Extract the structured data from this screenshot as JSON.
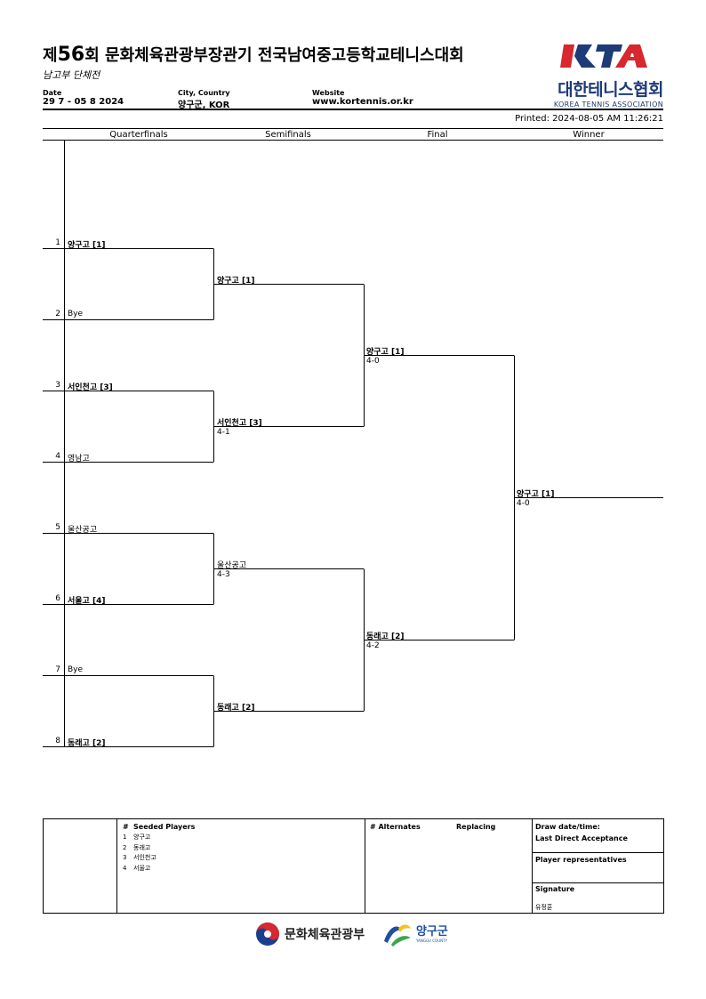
{
  "header": {
    "title_prefix": "제",
    "title_num": "56",
    "title_rest": "회 문화체육관광부장관기 전국남여중고등학교테니스대회",
    "subtitle": "남고부 단체전",
    "date_label": "Date",
    "date_value": "29 7 - 05 8 2024",
    "city_label": "City, Country",
    "city_value": "양구군, KOR",
    "website_label": "Website",
    "website_value": "www.kortennis.or.kr",
    "printed": "Printed: 2024-08-05 AM 11:26:21"
  },
  "logo": {
    "letters": "KTA",
    "korean": "대한테니스협회",
    "english": "KOREA TENNIS ASSOCIATION",
    "primary_color": "#1e3b78",
    "accent_color": "#d7272f"
  },
  "rounds": [
    "Quarterfinals",
    "Semifinals",
    "Final",
    "Winner"
  ],
  "draw": {
    "r1": [
      {
        "num": "1",
        "name": "양구고 [1]",
        "bold": true
      },
      {
        "num": "2",
        "name": "Bye",
        "bold": false
      },
      {
        "num": "3",
        "name": "서인천고 [3]",
        "bold": true
      },
      {
        "num": "4",
        "name": "영남고",
        "bold": false
      },
      {
        "num": "5",
        "name": "울산공고",
        "bold": false
      },
      {
        "num": "6",
        "name": "서울고 [4]",
        "bold": true
      },
      {
        "num": "7",
        "name": "Bye",
        "bold": false
      },
      {
        "num": "8",
        "name": "동래고 [2]",
        "bold": true
      }
    ],
    "r2": [
      {
        "name": "양구고 [1]",
        "score": "",
        "bold": true
      },
      {
        "name": "서인천고 [3]",
        "score": "4-1",
        "bold": true
      },
      {
        "name": "울산공고",
        "score": "4-3",
        "bold": false
      },
      {
        "name": "동래고 [2]",
        "score": "",
        "bold": true
      }
    ],
    "r3": [
      {
        "name": "양구고 [1]",
        "score": "4-0",
        "bold": true
      },
      {
        "name": "동래고 [2]",
        "score": "4-2",
        "bold": true
      }
    ],
    "winner": {
      "name": "양구고 [1]",
      "score": "4-0",
      "bold": true
    }
  },
  "footer": {
    "seeded_hash": "#",
    "seeded_title": "Seeded Players",
    "seeded": [
      {
        "n": "1",
        "name": "양구고"
      },
      {
        "n": "2",
        "name": "동래고"
      },
      {
        "n": "3",
        "name": "서인천고"
      },
      {
        "n": "4",
        "name": "서울고"
      }
    ],
    "alternates": "# Alternates",
    "replacing": "Replacing",
    "draw_date": "Draw date/time:",
    "last_direct": "Last Direct Acceptance",
    "player_reps": "Player representatives",
    "signature": "Signature",
    "signature_name": "유정훈"
  },
  "sponsors": {
    "ministry": "문화체육관광부",
    "county": "양구군",
    "county_en": "YANGGU COUNTY"
  }
}
